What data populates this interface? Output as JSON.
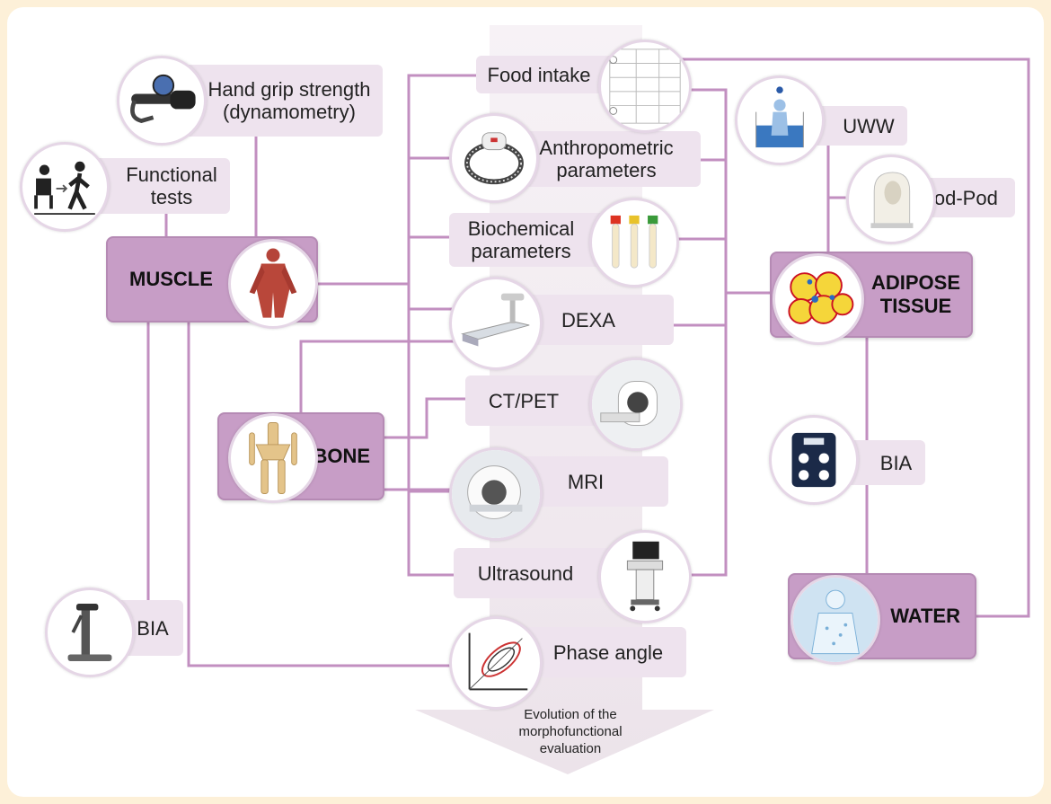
{
  "nodes": {
    "muscle": "MUSCLE",
    "bone": "BONE",
    "adipose": "ADIPOSE\nTISSUE",
    "water": "WATER"
  },
  "methods": {
    "hand_grip": "Hand grip strength\n(dynamometry)",
    "functional_tests": "Functional\ntests",
    "bia_muscle": "BIA",
    "food_intake": "Food intake",
    "anthropometric": "Anthropometric\nparameters",
    "biochemical": "Biochemical\nparameters",
    "dexa": "DEXA",
    "ct_pet": "CT/PET",
    "mri": "MRI",
    "ultrasound": "Ultrasound",
    "phase_angle": "Phase angle",
    "uww": "UWW",
    "bod_pod": "Bod-Pod",
    "bia_water": "BIA"
  },
  "evolution_label": "Evolution of the\nmorphofunctional\nevaluation",
  "icons": [
    "dynamometer-icon",
    "functional-test-icon",
    "body-composition-scale-icon",
    "food-diary-icon",
    "measuring-tape-icon",
    "blood-tubes-icon",
    "dexa-scanner-icon",
    "ct-scanner-icon",
    "mri-scanner-icon",
    "ultrasound-machine-icon",
    "phase-angle-graph-icon",
    "muscle-anatomy-icon",
    "skeleton-icon",
    "fat-cells-icon",
    "water-body-icon",
    "underwater-weighing-icon",
    "bod-pod-icon",
    "bia-scale-icon"
  ],
  "colors": {
    "connector": "#c28fc0",
    "node_fill": "#c79dc6",
    "label_fill": "#eee3ee",
    "arrow": "#efe8ee",
    "background": "#fdf0d8"
  }
}
